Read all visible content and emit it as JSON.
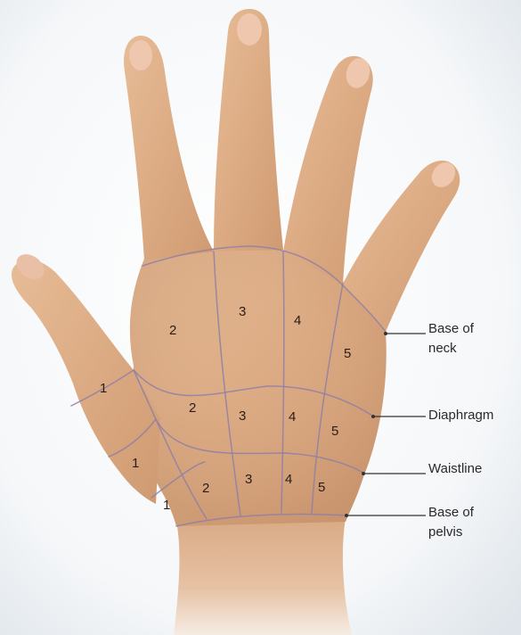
{
  "zones": {
    "row_neck": [
      "2",
      "3",
      "4",
      "5"
    ],
    "row_diaphragm": [
      "1",
      "2",
      "3",
      "4",
      "5"
    ],
    "row_waist": [
      "1",
      "3",
      "4",
      "5"
    ],
    "row_pelvis": [
      "1",
      "2"
    ]
  },
  "callouts": {
    "base_of_neck": [
      "Base of",
      "neck"
    ],
    "diaphragm": "Diaphragm",
    "waistline": "Waistline",
    "base_of_pelvis": [
      "Base of",
      "pelvis"
    ]
  },
  "colors": {
    "zone_line": "#8f7fa6",
    "skin": "#dcae88",
    "label_text": "#2a1d17"
  }
}
